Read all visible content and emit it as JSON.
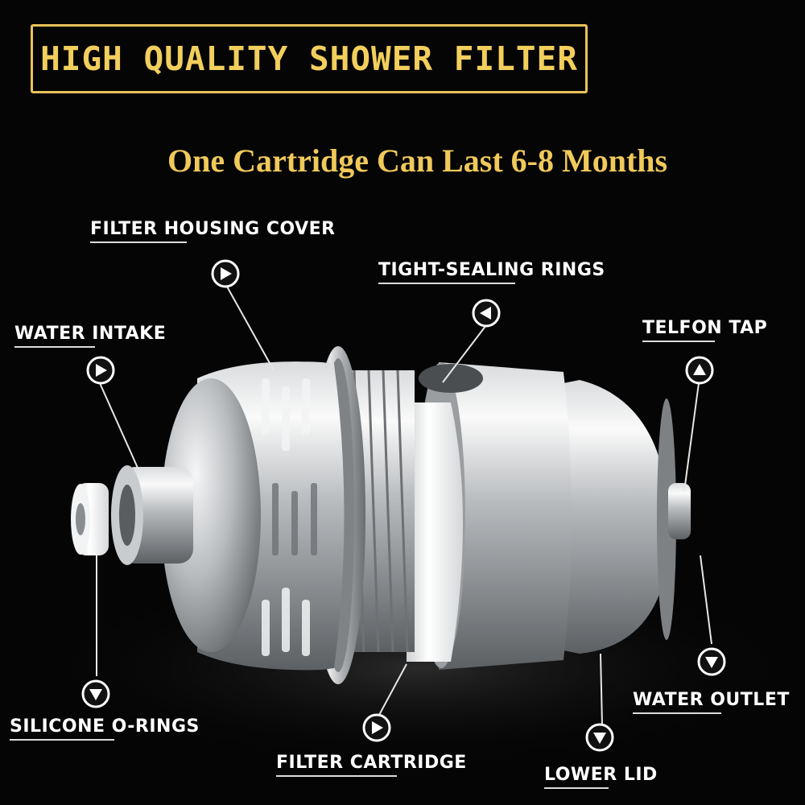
{
  "banner": {
    "title": "HIGH QUALITY SHOWER FILTER",
    "accent_color": "#f2cf5c"
  },
  "subtitle": "One Cartridge Can Last 6-8 Months",
  "labels": {
    "filter_housing_cover": "FILTER HOUSING COVER",
    "tight_sealing_rings": "TIGHT-SEALING RINGS",
    "water_intake": "WATER INTAKE",
    "telfon_tap": "TELFON TAP",
    "silicone_o_rings": "SILICONE O-RINGS",
    "filter_cartridge": "FILTER CARTRIDGE",
    "water_outlet": "WATER OUTLET",
    "lower_lid": "LOWER LID"
  },
  "marker_icons": [
    "play-right-icon",
    "play-left-icon",
    "play-up-icon",
    "play-down-icon"
  ]
}
